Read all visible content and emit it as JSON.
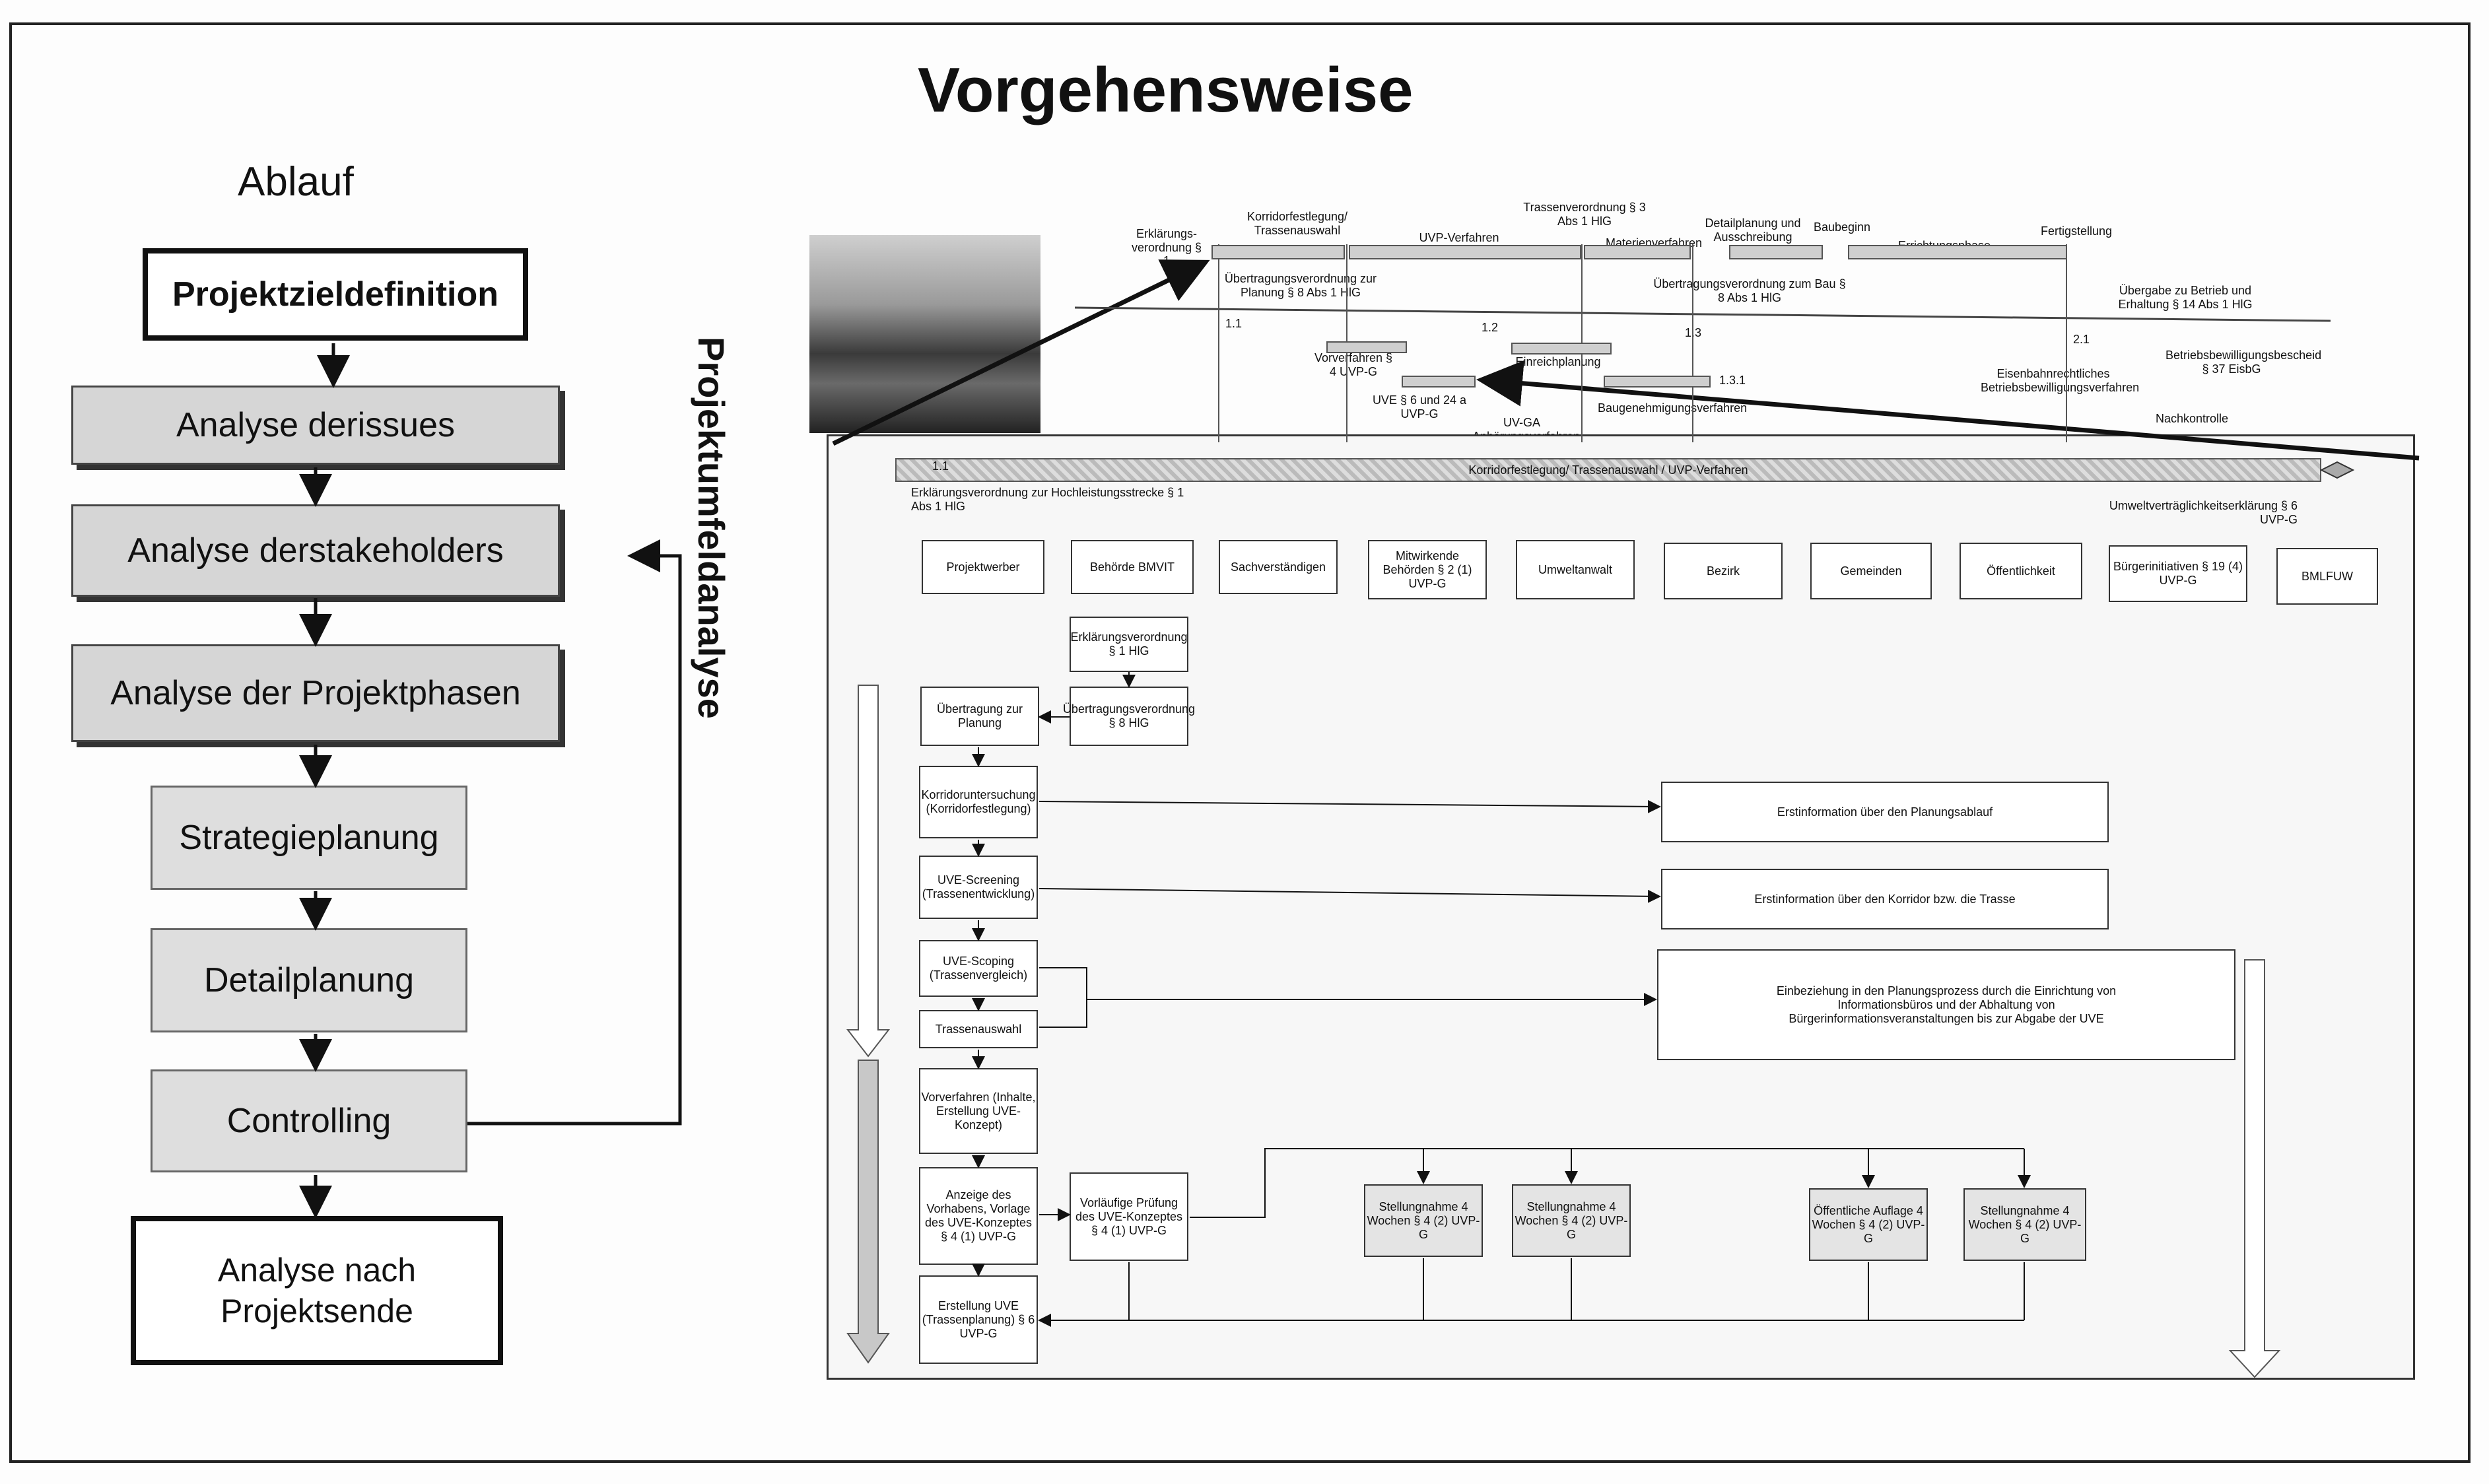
{
  "title": "Vorgehensweise",
  "left": {
    "heading": "Ablauf",
    "steps": [
      "Projektzieldefinition",
      "Analyse derissues",
      "Analyse derstakeholders",
      "Analyse der Projektphasen",
      "Strategieplanung",
      "Detailplanung",
      "Controlling",
      "Analyse nach Projektsende"
    ],
    "side_label": "Projektumfeldanalyse"
  },
  "timeline": {
    "labels": [
      "Erklärungs-verordnung § 1",
      "Korridorfestlegung/ Trassenauswahl",
      "UVP-Verfahren",
      "Trassenverordnung § 3 Abs 1 HlG",
      "Materienverfahren",
      "Detailplanung und Ausschreibung",
      "Baubeginn",
      "Errichtungsphase",
      "Fertigstellung",
      "Übertragungsverordnung zur Planung § 8 Abs 1 HlG",
      "Übertragungsverordnung zum Bau § 8 Abs 1 HlG",
      "Übergabe zu Betrieb und Erhaltung § 14 Abs 1 HlG",
      "Vorverfahren § 4 UVP-G",
      "UVE § 6 und 24 a UVP-G",
      "UV-GA Anhörungsverfahren",
      "Einreichplanung",
      "Baugenehmigungsverfahren",
      "Eisenbahnrechtliches Betriebsbewilligungsverfahren",
      "Betriebsbewilligungsbescheid § 37 EisbG",
      "Nachkontrolle"
    ],
    "markers": [
      "1.1",
      "1.2",
      "1.3",
      "1.3.1",
      "2.1"
    ]
  },
  "diagram": {
    "band_label": "Korridorfestlegung/ Trassenauswahl / UVP-Verfahren",
    "band_marker": "1.1",
    "band_left": "Erklärungsverordnung zur Hochleistungsstrecke § 1 Abs 1 HlG",
    "band_right": "Umweltverträglichkeitserklärung § 6 UVP-G",
    "actors": [
      "Projektwerber",
      "Behörde BMVIT",
      "Sachverständigen",
      "Mitwirkende Behörden § 2 (1) UVP-G",
      "Umweltanwalt",
      "Bezirk",
      "Gemeinden",
      "Öffentlichkeit",
      "Bürgerinitiativen § 19 (4) UVP-G",
      "BMLFUW"
    ],
    "process": [
      "Übertragung zur Planung",
      "Korridoruntersuchung (Korridorfestlegung)",
      "UVE-Screening (Trassenentwicklung)",
      "UVE-Scoping (Trassenvergleich)",
      "Trassenauswahl",
      "Vorverfahren (Inhalte, Erstellung UVE-Konzept)",
      "Anzeige des Vorhabens, Vorlage des UVE-Konzeptes § 4 (1) UVP-G",
      "Erstellung UVE (Trassenplanung) § 6 UVP-G"
    ],
    "authority": [
      "Erklärungsverordnung § 1 HlG",
      "Übertragungsverordnung § 8 HlG",
      "Vorläufige Prüfung des UVE-Konzeptes § 4 (1) UVP-G"
    ],
    "info": [
      "Erstinformation über den Planungsablauf",
      "Erstinformation über den Korridor bzw. die Trasse",
      "Einbeziehung in den Planungsprozess durch die Einrichtung von Informationsbüros und der Abhaltung von Bürgerinformationsveranstaltungen bis zur Abgabe der UVE"
    ],
    "statements": [
      "Stellungnahme 4 Wochen § 4 (2) UVP-G",
      "Stellungnahme 4 Wochen § 4 (2) UVP-G",
      "Öffentliche Auflage 4 Wochen § 4 (2) UVP-G",
      "Stellungnahme 4 Wochen § 4 (2) UVP-G"
    ]
  }
}
